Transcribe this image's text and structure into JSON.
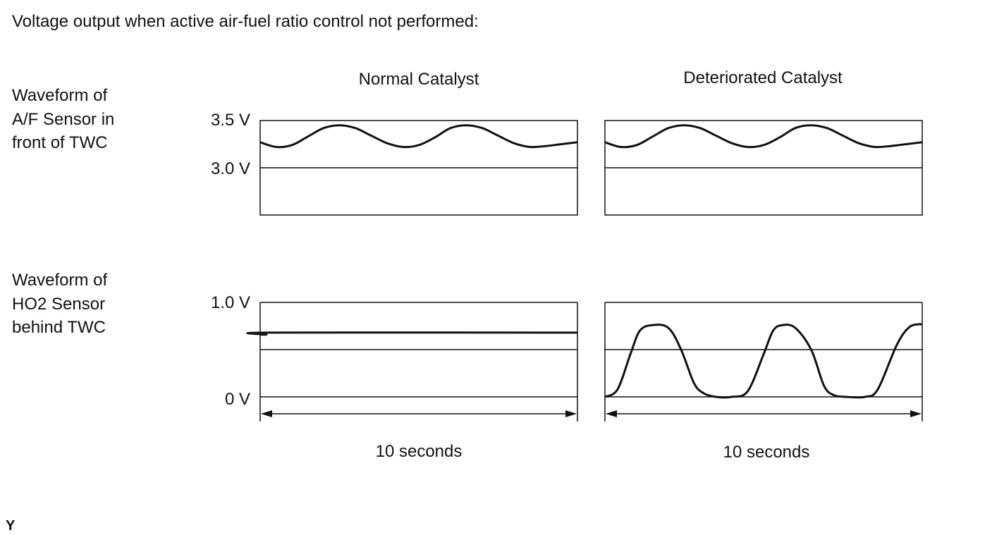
{
  "title": "Voltage output when active air-fuel ratio control not performed:",
  "columns": {
    "normal": "Normal Catalyst",
    "deteriorated": "Deteriorated Catalyst"
  },
  "rows": {
    "af_sensor": [
      "Waveform of",
      "A/F Sensor in",
      "front of TWC"
    ],
    "ho2_sensor": [
      "Waveform of",
      "HO2 Sensor",
      "behind TWC"
    ]
  },
  "axis_labels": {
    "af_top": "3.5 V",
    "af_mid": "3.0 V",
    "ho2_top": "1.0 V",
    "ho2_bottom": "0 V"
  },
  "time_span_label": "10 seconds",
  "corner_mark": "Y",
  "chart_data": [
    {
      "type": "line",
      "panel": "A/F sensor - normal catalyst",
      "x_unit": "seconds",
      "x": [
        0,
        0.5,
        1,
        1.5,
        2,
        2.5,
        3,
        3.5,
        4,
        4.5,
        5,
        5.5,
        6,
        6.5,
        7,
        7.5,
        8,
        8.5,
        9,
        9.5,
        10
      ],
      "y": [
        3.27,
        3.22,
        3.24,
        3.33,
        3.42,
        3.45,
        3.42,
        3.34,
        3.26,
        3.22,
        3.24,
        3.32,
        3.42,
        3.45,
        3.42,
        3.34,
        3.26,
        3.22,
        3.23,
        3.25,
        3.27
      ],
      "ylabel_ticks": [
        "3.5 V",
        "3.0 V"
      ],
      "xlabel": "10 seconds"
    },
    {
      "type": "line",
      "panel": "A/F sensor - deteriorated catalyst",
      "x_unit": "seconds",
      "x": [
        0,
        0.5,
        1,
        1.5,
        2,
        2.5,
        3,
        3.5,
        4,
        4.5,
        5,
        5.5,
        6,
        6.5,
        7,
        7.5,
        8,
        8.5,
        9,
        9.5,
        10
      ],
      "y": [
        3.27,
        3.22,
        3.24,
        3.33,
        3.42,
        3.45,
        3.42,
        3.34,
        3.26,
        3.22,
        3.24,
        3.32,
        3.42,
        3.45,
        3.42,
        3.34,
        3.26,
        3.22,
        3.23,
        3.25,
        3.27
      ],
      "ylabel_ticks": [
        "3.5 V",
        "3.0 V"
      ],
      "xlabel": "10 seconds"
    },
    {
      "type": "line",
      "panel": "HO2 sensor - normal catalyst",
      "x_unit": "seconds",
      "x": [
        0,
        0.2,
        0.35,
        10
      ],
      "y": [
        0.66,
        0.66,
        0.68,
        0.68
      ],
      "ylabel_ticks": [
        "1.0 V",
        "0 V"
      ],
      "xlabel": "10 seconds"
    },
    {
      "type": "line",
      "panel": "HO2 sensor - deteriorated catalyst",
      "x_unit": "seconds",
      "x": [
        0,
        0.4,
        0.8,
        1.1,
        1.5,
        2,
        2.4,
        2.8,
        3.1,
        3.5,
        4,
        4.5,
        5,
        5.3,
        5.6,
        6,
        6.5,
        6.9,
        7.2,
        7.6,
        8.2,
        8.6,
        9.2,
        9.6,
        10
      ],
      "y": [
        0.0,
        0.08,
        0.45,
        0.7,
        0.76,
        0.73,
        0.5,
        0.15,
        0.04,
        0.0,
        0.0,
        0.06,
        0.45,
        0.7,
        0.76,
        0.73,
        0.5,
        0.12,
        0.02,
        0.0,
        0.0,
        0.08,
        0.55,
        0.74,
        0.77
      ],
      "ylabel_ticks": [
        "1.0 V",
        "0 V"
      ],
      "xlabel": "10 seconds"
    }
  ]
}
